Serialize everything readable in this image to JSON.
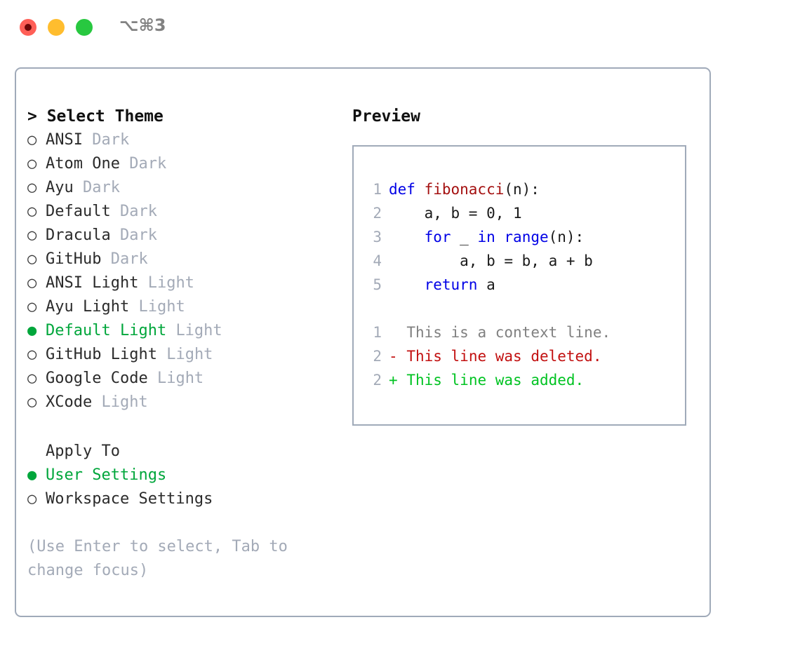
{
  "window": {
    "title_shortcut": "⌥⌘3",
    "traffic_lights": [
      {
        "name": "close",
        "color": "#ff5f57"
      },
      {
        "name": "minimize",
        "color": "#ffbd2e"
      },
      {
        "name": "maximize",
        "color": "#28c840"
      }
    ]
  },
  "colors": {
    "border": "#a0aab9",
    "accent_green": "#00a63b",
    "muted": "#a3aab7",
    "keyword_blue": "#0000e6",
    "function_red": "#a41010",
    "diff_deleted": "#c21010",
    "diff_added": "#00c322",
    "diff_context": "#808080"
  },
  "theme_list": {
    "header": "> Select Theme",
    "items": [
      {
        "bullet": "○",
        "name": "ANSI",
        "tag": "Dark",
        "selected": false
      },
      {
        "bullet": "○",
        "name": "Atom One",
        "tag": "Dark",
        "selected": false
      },
      {
        "bullet": "○",
        "name": "Ayu",
        "tag": "Dark",
        "selected": false
      },
      {
        "bullet": "○",
        "name": "Default",
        "tag": "Dark",
        "selected": false
      },
      {
        "bullet": "○",
        "name": "Dracula",
        "tag": "Dark",
        "selected": false
      },
      {
        "bullet": "○",
        "name": "GitHub",
        "tag": "Dark",
        "selected": false
      },
      {
        "bullet": "○",
        "name": "ANSI Light",
        "tag": "Light",
        "selected": false
      },
      {
        "bullet": "○",
        "name": "Ayu Light",
        "tag": "Light",
        "selected": false
      },
      {
        "bullet": "●",
        "name": "Default Light",
        "tag": "Light",
        "selected": true
      },
      {
        "bullet": "○",
        "name": "GitHub Light",
        "tag": "Light",
        "selected": false
      },
      {
        "bullet": "○",
        "name": "Google Code",
        "tag": "Light",
        "selected": false
      },
      {
        "bullet": "○",
        "name": "XCode",
        "tag": "Light",
        "selected": false
      }
    ]
  },
  "apply_to": {
    "header": "Apply To",
    "items": [
      {
        "bullet": "●",
        "name": "User Settings",
        "selected": true
      },
      {
        "bullet": "○",
        "name": "Workspace Settings",
        "selected": false
      }
    ]
  },
  "hint": "(Use Enter to select, Tab to change focus)",
  "preview": {
    "title": "Preview",
    "code_lines": [
      {
        "lineno": "1",
        "tokens": [
          {
            "text": "def ",
            "type": "kw"
          },
          {
            "text": "fibonacci",
            "type": "fn"
          },
          {
            "text": "(n):",
            "type": "plain"
          }
        ]
      },
      {
        "lineno": "2",
        "tokens": [
          {
            "text": "    a, b = 0, 1",
            "type": "plain"
          }
        ]
      },
      {
        "lineno": "3",
        "tokens": [
          {
            "text": "    ",
            "type": "plain"
          },
          {
            "text": "for",
            "type": "kw"
          },
          {
            "text": " _ ",
            "type": "plain"
          },
          {
            "text": "in",
            "type": "kw"
          },
          {
            "text": " ",
            "type": "plain"
          },
          {
            "text": "range",
            "type": "kw"
          },
          {
            "text": "(n):",
            "type": "plain"
          }
        ]
      },
      {
        "lineno": "4",
        "tokens": [
          {
            "text": "        a, b = b, a + b",
            "type": "plain"
          }
        ]
      },
      {
        "lineno": "5",
        "tokens": [
          {
            "text": "    ",
            "type": "plain"
          },
          {
            "text": "return",
            "type": "kw"
          },
          {
            "text": " a",
            "type": "plain"
          }
        ]
      }
    ],
    "diff_lines": [
      {
        "lineno": "1",
        "marker": " ",
        "text": "This is a context line.",
        "type": "ctx"
      },
      {
        "lineno": "2",
        "marker": "-",
        "text": "This line was deleted.",
        "type": "del"
      },
      {
        "lineno": "2",
        "marker": "+",
        "text": "This line was added.",
        "type": "add"
      }
    ]
  }
}
